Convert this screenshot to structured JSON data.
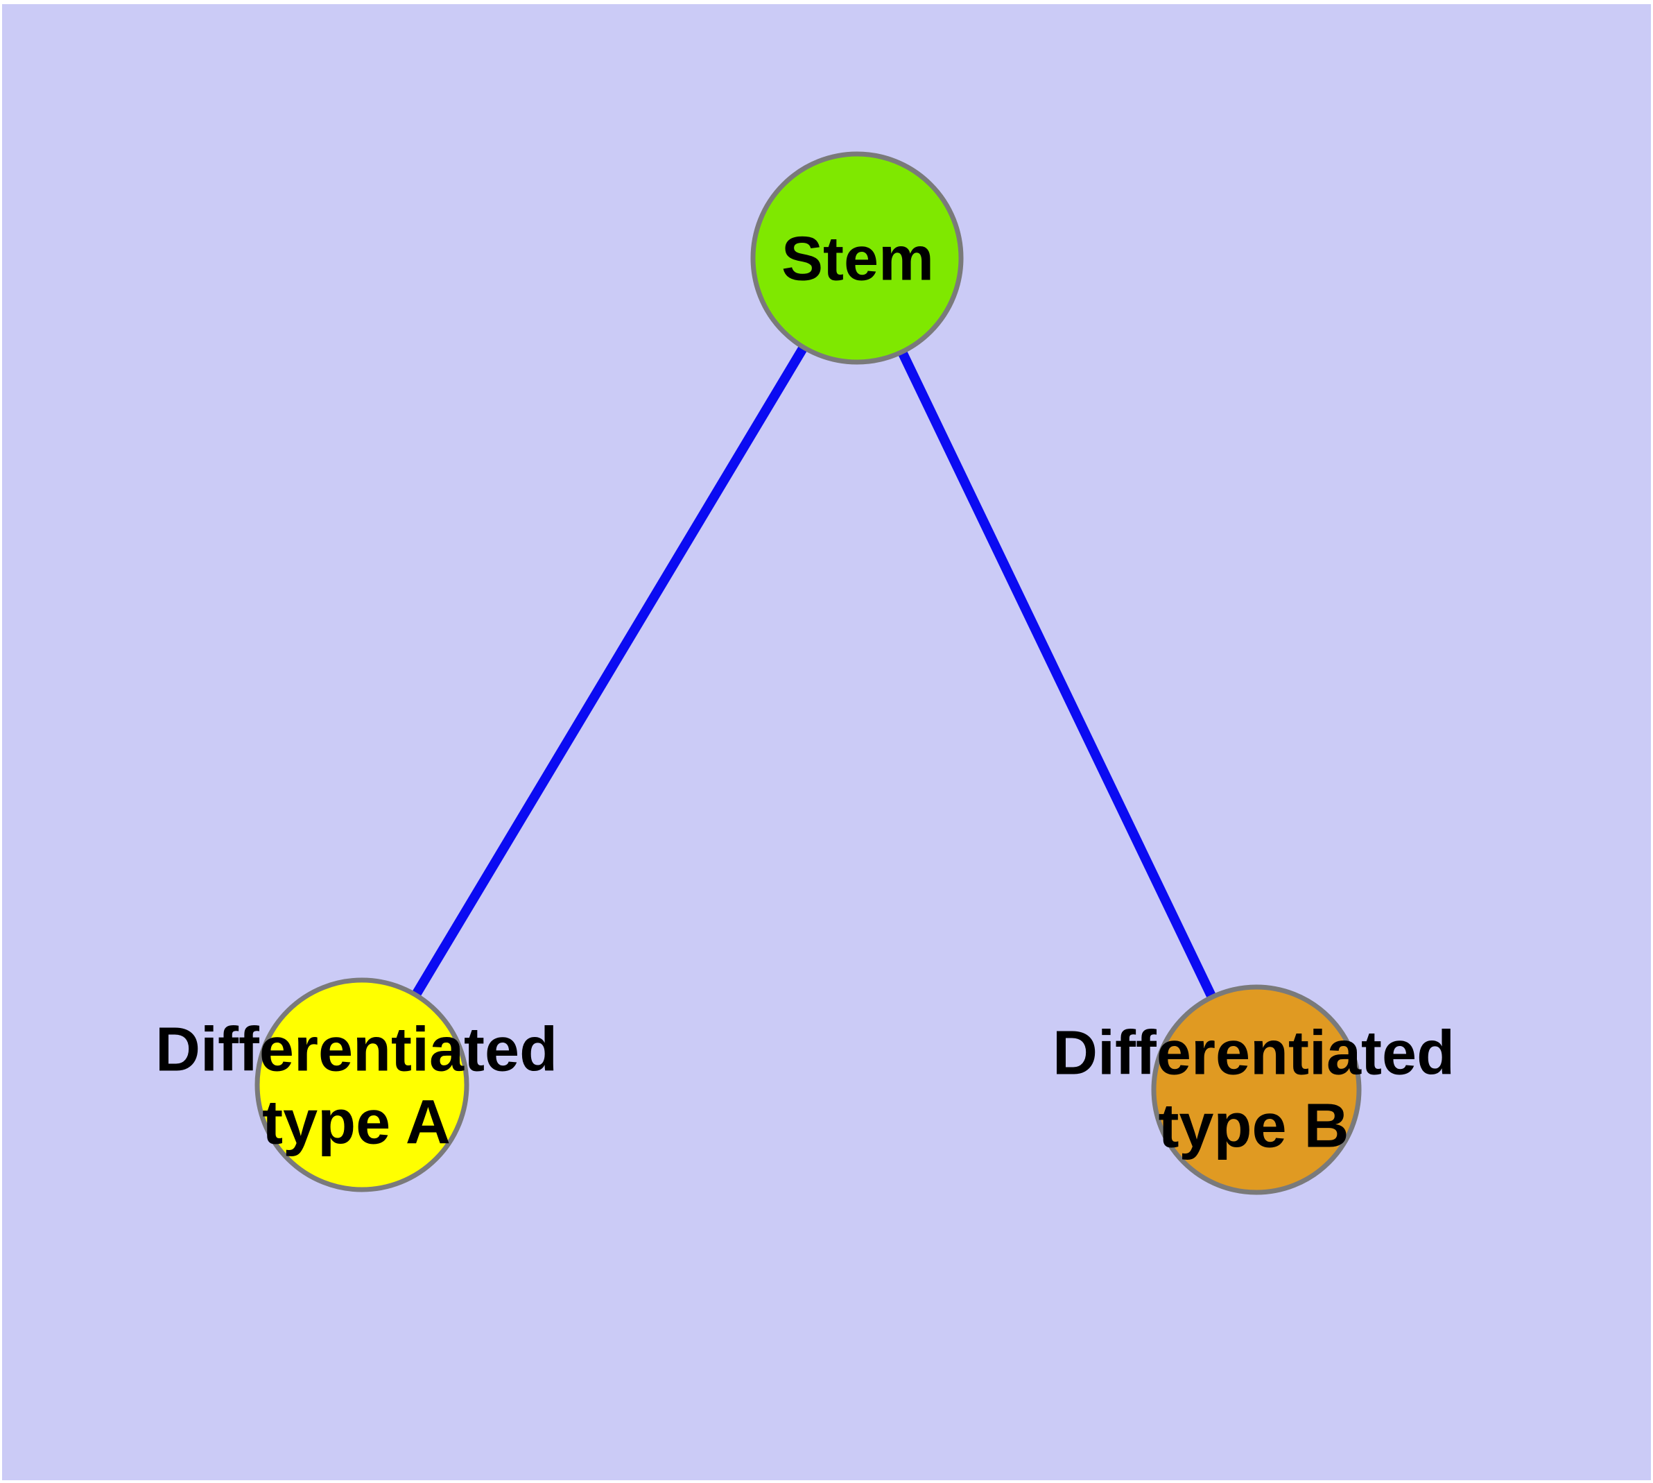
{
  "figure": {
    "background_color": "#CBCBF6",
    "frame_color": "#FFFFFF",
    "label_text_color": "#000000",
    "node_border_color": "#7A7A7A",
    "edge_color": "#0B0BF2"
  },
  "nodes": [
    {
      "id": "stem",
      "label": "Stem",
      "color": "#7FE800"
    },
    {
      "id": "type-a",
      "label": "Differentiated\ntype A",
      "color": "#FFFF00"
    },
    {
      "id": "type-b",
      "label": "Differentiated\ntype B",
      "color": "#E09A22"
    }
  ],
  "edges": [
    {
      "from": "stem",
      "to": "type-a"
    },
    {
      "from": "stem",
      "to": "type-b"
    }
  ]
}
